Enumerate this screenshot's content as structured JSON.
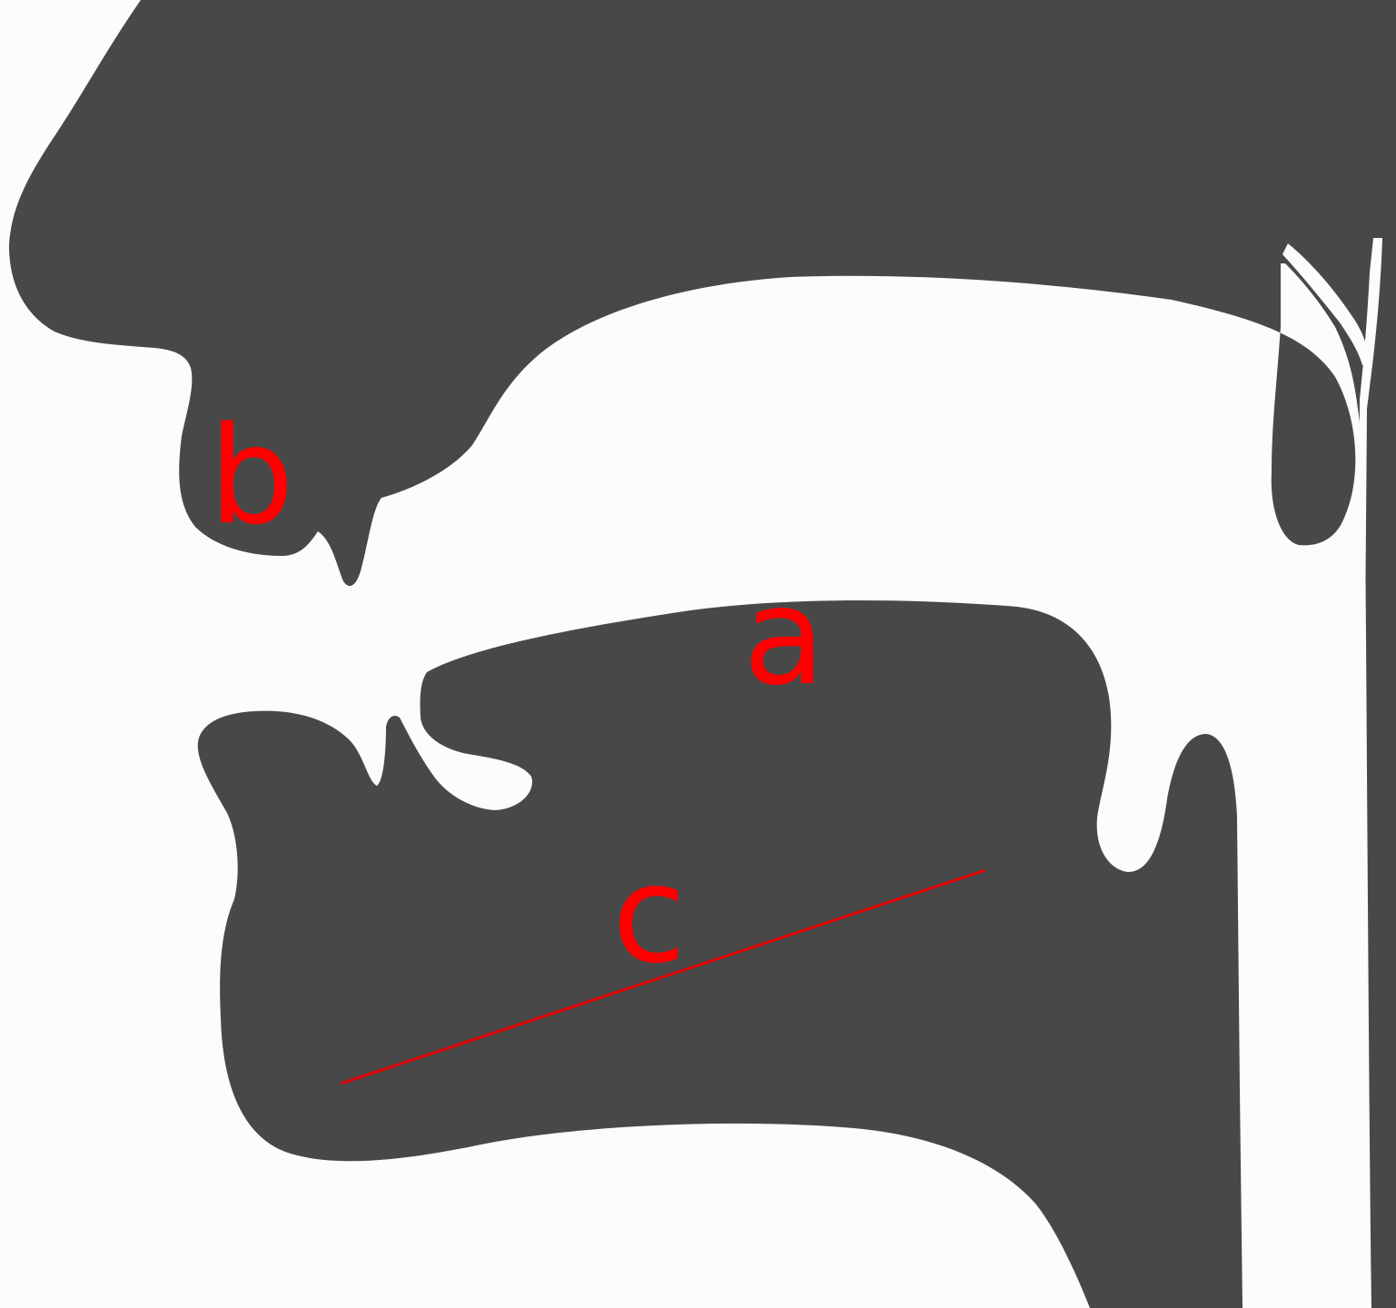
{
  "labels": {
    "a": "a",
    "b": "b",
    "c": "c"
  },
  "colors": {
    "tissue": "#484848",
    "background": "#fcfcfc",
    "label": "#ff0000"
  }
}
